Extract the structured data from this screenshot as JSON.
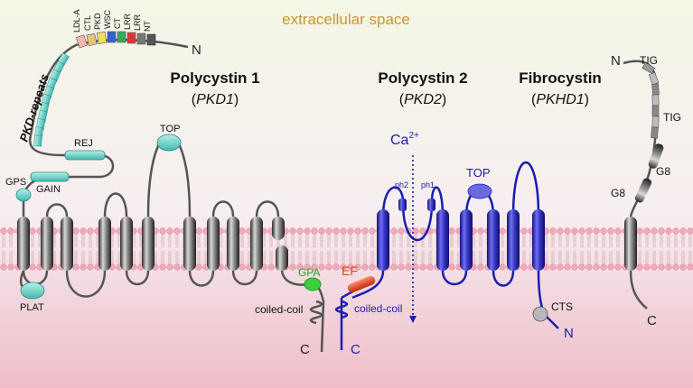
{
  "background": {
    "extracellular_label": "extracellular space",
    "extracellular_color": "#eef2dc",
    "cytoplasm_color": "#f4cdd6",
    "membrane_head_color": "#f2a9b9"
  },
  "proteins": [
    {
      "title": "Polycystin 1",
      "gene": "PKD1",
      "color": "#555555"
    },
    {
      "title": "Polycystin 2",
      "gene": "PKD2",
      "color": "#2a2ac0"
    },
    {
      "title": "Fibrocystin",
      "gene": "PKHD1",
      "color": "#555555"
    }
  ],
  "pc1": {
    "nt_domains": [
      "LDL-A",
      "CTL",
      "PKD",
      "WSC",
      "CT",
      "LRR",
      "LRR",
      "NT"
    ],
    "nt_colors": [
      "#f2b8b0",
      "#e8c47b",
      "#f0e060",
      "#3a5fd0",
      "#3aa85a",
      "#e03434",
      "#777777",
      "#555555"
    ],
    "n_term": "N",
    "pkd_repeats": "PKD-repeats",
    "rej": "REJ",
    "gain": "GAIN",
    "gps": "GPS",
    "top": "TOP",
    "plat": "PLAT",
    "gpa": "GPA",
    "coiled_coil": "coiled-coil",
    "c_term": "C",
    "domain_color": "#79d8cf"
  },
  "pc2": {
    "ca_label": "Ca",
    "ca_sup": "2+",
    "ph1": "ph1",
    "ph2": "ph2",
    "top": "TOP",
    "ef": "EF",
    "ef_color": "#e0401c",
    "coiled_coil": "coiled-coil",
    "c_term": "C",
    "cts": "CTS",
    "n_term": "N"
  },
  "fibrocystin": {
    "n_term": "N",
    "tig_top": "TIG",
    "tig_mid": "TIG",
    "g8_upper": "G8",
    "g8_lower": "G8",
    "c_term": "C"
  }
}
